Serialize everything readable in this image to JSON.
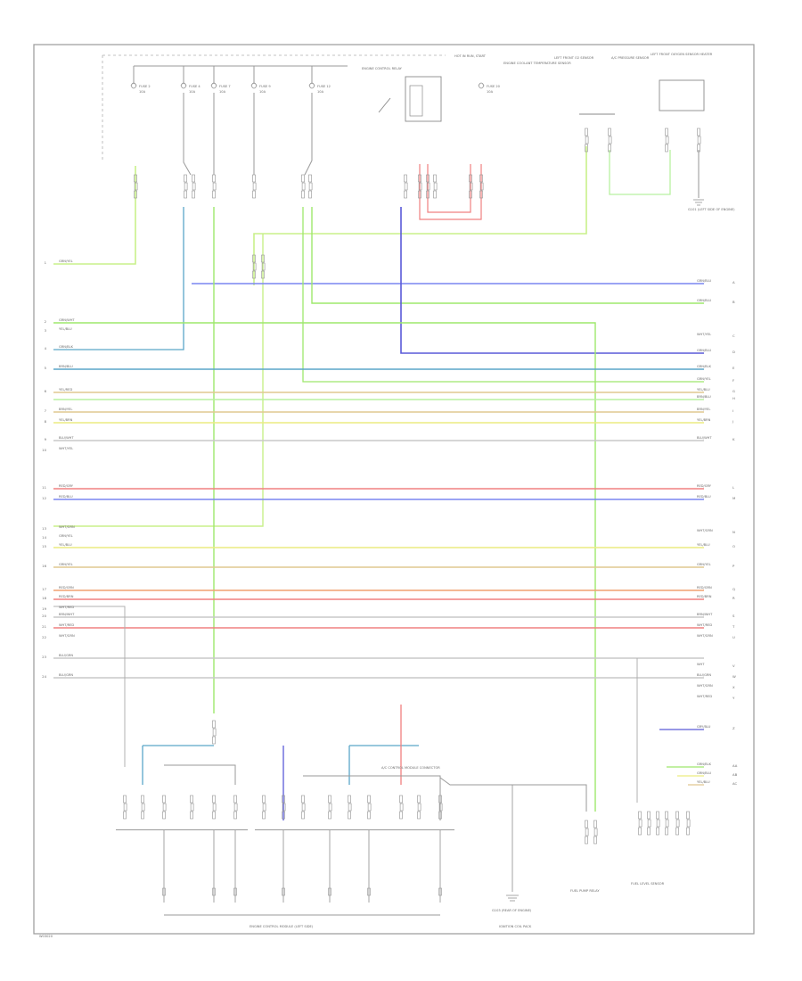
{
  "diagram": {
    "footer_code": "W03020",
    "top_bus_label": "HOT IN RUN, START",
    "fuses": [
      {
        "label": "FUSE 2",
        "value": "10A"
      },
      {
        "label": "FUSE 4",
        "value": "10A"
      },
      {
        "label": "FUSE 7",
        "value": "10A"
      },
      {
        "label": "FUSE 9",
        "value": "10A"
      },
      {
        "label": "FUSE 12",
        "value": "10A"
      },
      {
        "label": "FUSE 20",
        "value": "10A"
      }
    ],
    "relay_label": "ENGINE CONTROL RELAY",
    "top_components": [
      "ENGINE COOLANT TEMPERATURE SENSOR",
      "LEFT FRONT O2 SENSOR",
      "A/C PRESSURE SENSOR",
      "LEFT FRONT OXYGEN SENSOR HEATER"
    ],
    "ground_labels": [
      "G101 (LEFT SIDE OF ENGINE)",
      "G103 (REAR OF ENGINE)"
    ],
    "connector_note": "A/C CONTROL MODULE CONNECTOR",
    "bottom_components": [
      "ENGINE CONTROL MODULE (LEFT SIDE)",
      "FUEL PUMP RELAY",
      "IGNITION COIL PACK",
      "FUEL LEVEL SENSOR"
    ],
    "left_wires": [
      {
        "code": "GRN/YEL",
        "pin": "1"
      },
      {
        "code": "GRN/WHT",
        "pin": "2"
      },
      {
        "code": "YEL/BLU",
        "pin": "3"
      },
      {
        "code": "GRN/BLK",
        "pin": "4"
      },
      {
        "code": "BRN/BLU",
        "pin": "5"
      },
      {
        "code": "YEL/RED",
        "pin": "6"
      },
      {
        "code": "BRN/YEL",
        "pin": "7"
      },
      {
        "code": "YEL/BRN",
        "pin": "8"
      },
      {
        "code": "BLU/WHT",
        "pin": "9"
      },
      {
        "code": "WHT/YEL",
        "pin": "10"
      },
      {
        "code": "RED/GRY",
        "pin": "11"
      },
      {
        "code": "RED/BLU",
        "pin": "12"
      },
      {
        "code": "WHT/GRN",
        "pin": "13"
      },
      {
        "code": "GRN/YEL",
        "pin": "14"
      },
      {
        "code": "YEL/BLU",
        "pin": "15"
      },
      {
        "code": "GRN/YEL",
        "pin": "16"
      },
      {
        "code": "RED/GRN",
        "pin": "17"
      },
      {
        "code": "RED/BRN",
        "pin": "18"
      },
      {
        "code": "WHT/RED",
        "pin": "19"
      },
      {
        "code": "BRN/WHT",
        "pin": "20"
      },
      {
        "code": "WHT/RED",
        "pin": "21"
      },
      {
        "code": "WHT/GRN",
        "pin": "22"
      },
      {
        "code": "BLU/GRN",
        "pin": "23"
      },
      {
        "code": "BLU/GRN",
        "pin": "24"
      }
    ],
    "right_wires": [
      {
        "code": "GRN/BLU",
        "pin": "A"
      },
      {
        "code": "GRN/BLU",
        "pin": "B"
      },
      {
        "code": "WHT/YEL",
        "pin": "C"
      },
      {
        "code": "GRN/BLU",
        "pin": "D"
      },
      {
        "code": "GRN/BLK",
        "pin": "E"
      },
      {
        "code": "GRN/YEL",
        "pin": "F"
      },
      {
        "code": "YEL/BLU",
        "pin": "G"
      },
      {
        "code": "BRN/BLU",
        "pin": "H"
      },
      {
        "code": "BRN/YEL",
        "pin": "I"
      },
      {
        "code": "YEL/BRN",
        "pin": "J"
      },
      {
        "code": "BLU/WHT",
        "pin": "K"
      },
      {
        "code": "RED/GRY",
        "pin": "L"
      },
      {
        "code": "RED/BLU",
        "pin": "M"
      },
      {
        "code": "WHT/GRN",
        "pin": "N"
      },
      {
        "code": "YEL/BLU",
        "pin": "O"
      },
      {
        "code": "GRN/YEL",
        "pin": "P"
      },
      {
        "code": "RED/GRN",
        "pin": "Q"
      },
      {
        "code": "RED/BRN",
        "pin": "R"
      },
      {
        "code": "BRN/WHT",
        "pin": "S"
      },
      {
        "code": "WHT/RED",
        "pin": "T"
      },
      {
        "code": "WHT/GRN",
        "pin": "U"
      },
      {
        "code": "WHT",
        "pin": "V"
      },
      {
        "code": "BLU/GRN",
        "pin": "W"
      },
      {
        "code": "WHT/GRN",
        "pin": "X"
      },
      {
        "code": "WHT/RED",
        "pin": "Y"
      },
      {
        "code": "GRY/BLU",
        "pin": "Z"
      },
      {
        "code": "GRN/BLK",
        "pin": "AA"
      },
      {
        "code": "GRN/BLU",
        "pin": "AB"
      },
      {
        "code": "YEL/BLU",
        "pin": "AC"
      }
    ],
    "wire_colors": {
      "grn_yel": "#c8f08a",
      "grn": "#9ee86c",
      "blu": "#7a86f0",
      "dkblu": "#5a5ad8",
      "teal": "#5aa6c8",
      "red": "#f08080",
      "orng": "#f0a070",
      "yel": "#ecec80",
      "tan": "#e0c890",
      "gray": "#c8c8c8",
      "ltgrn": "#b8f0a0"
    }
  }
}
